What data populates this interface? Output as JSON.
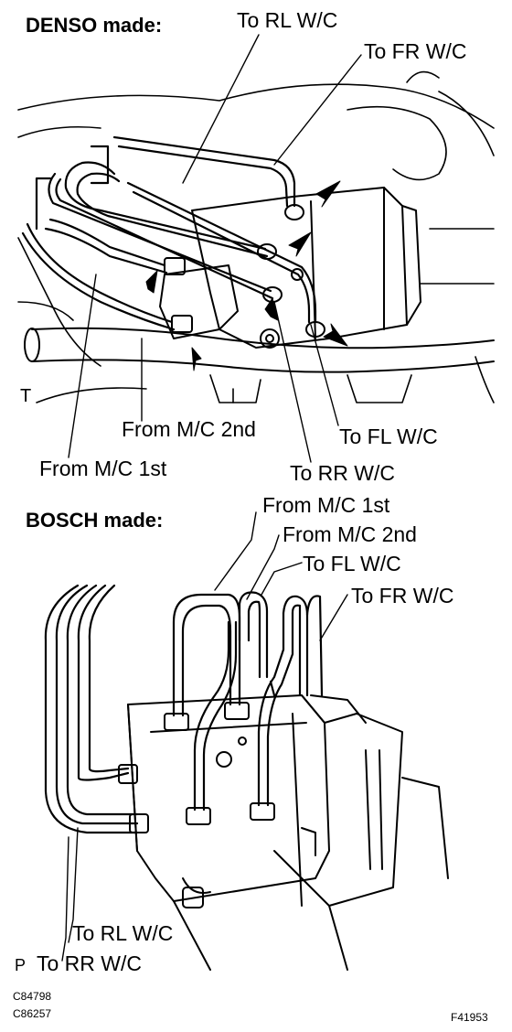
{
  "denso": {
    "title": "DENSO made:",
    "labels": {
      "to_rl": "To RL W/C",
      "to_fr": "To FR W/C",
      "from_mc_2nd": "From M/C 2nd",
      "to_fl": "To FL W/C",
      "from_mc_1st": "From M/C 1st",
      "to_rr": "To RR W/C"
    },
    "edge_mark": "T"
  },
  "bosch": {
    "title": "BOSCH made:",
    "labels": {
      "from_mc_1st": "From M/C 1st",
      "from_mc_2nd": "From M/C 2nd",
      "to_fl": "To FL W/C",
      "to_fr": "To FR W/C",
      "to_rl": "To RL W/C",
      "to_rr": "To RR W/C"
    },
    "edge_mark": "P"
  },
  "codes": {
    "c1": "C84798",
    "c2": "C86257",
    "f1": "F41953"
  }
}
